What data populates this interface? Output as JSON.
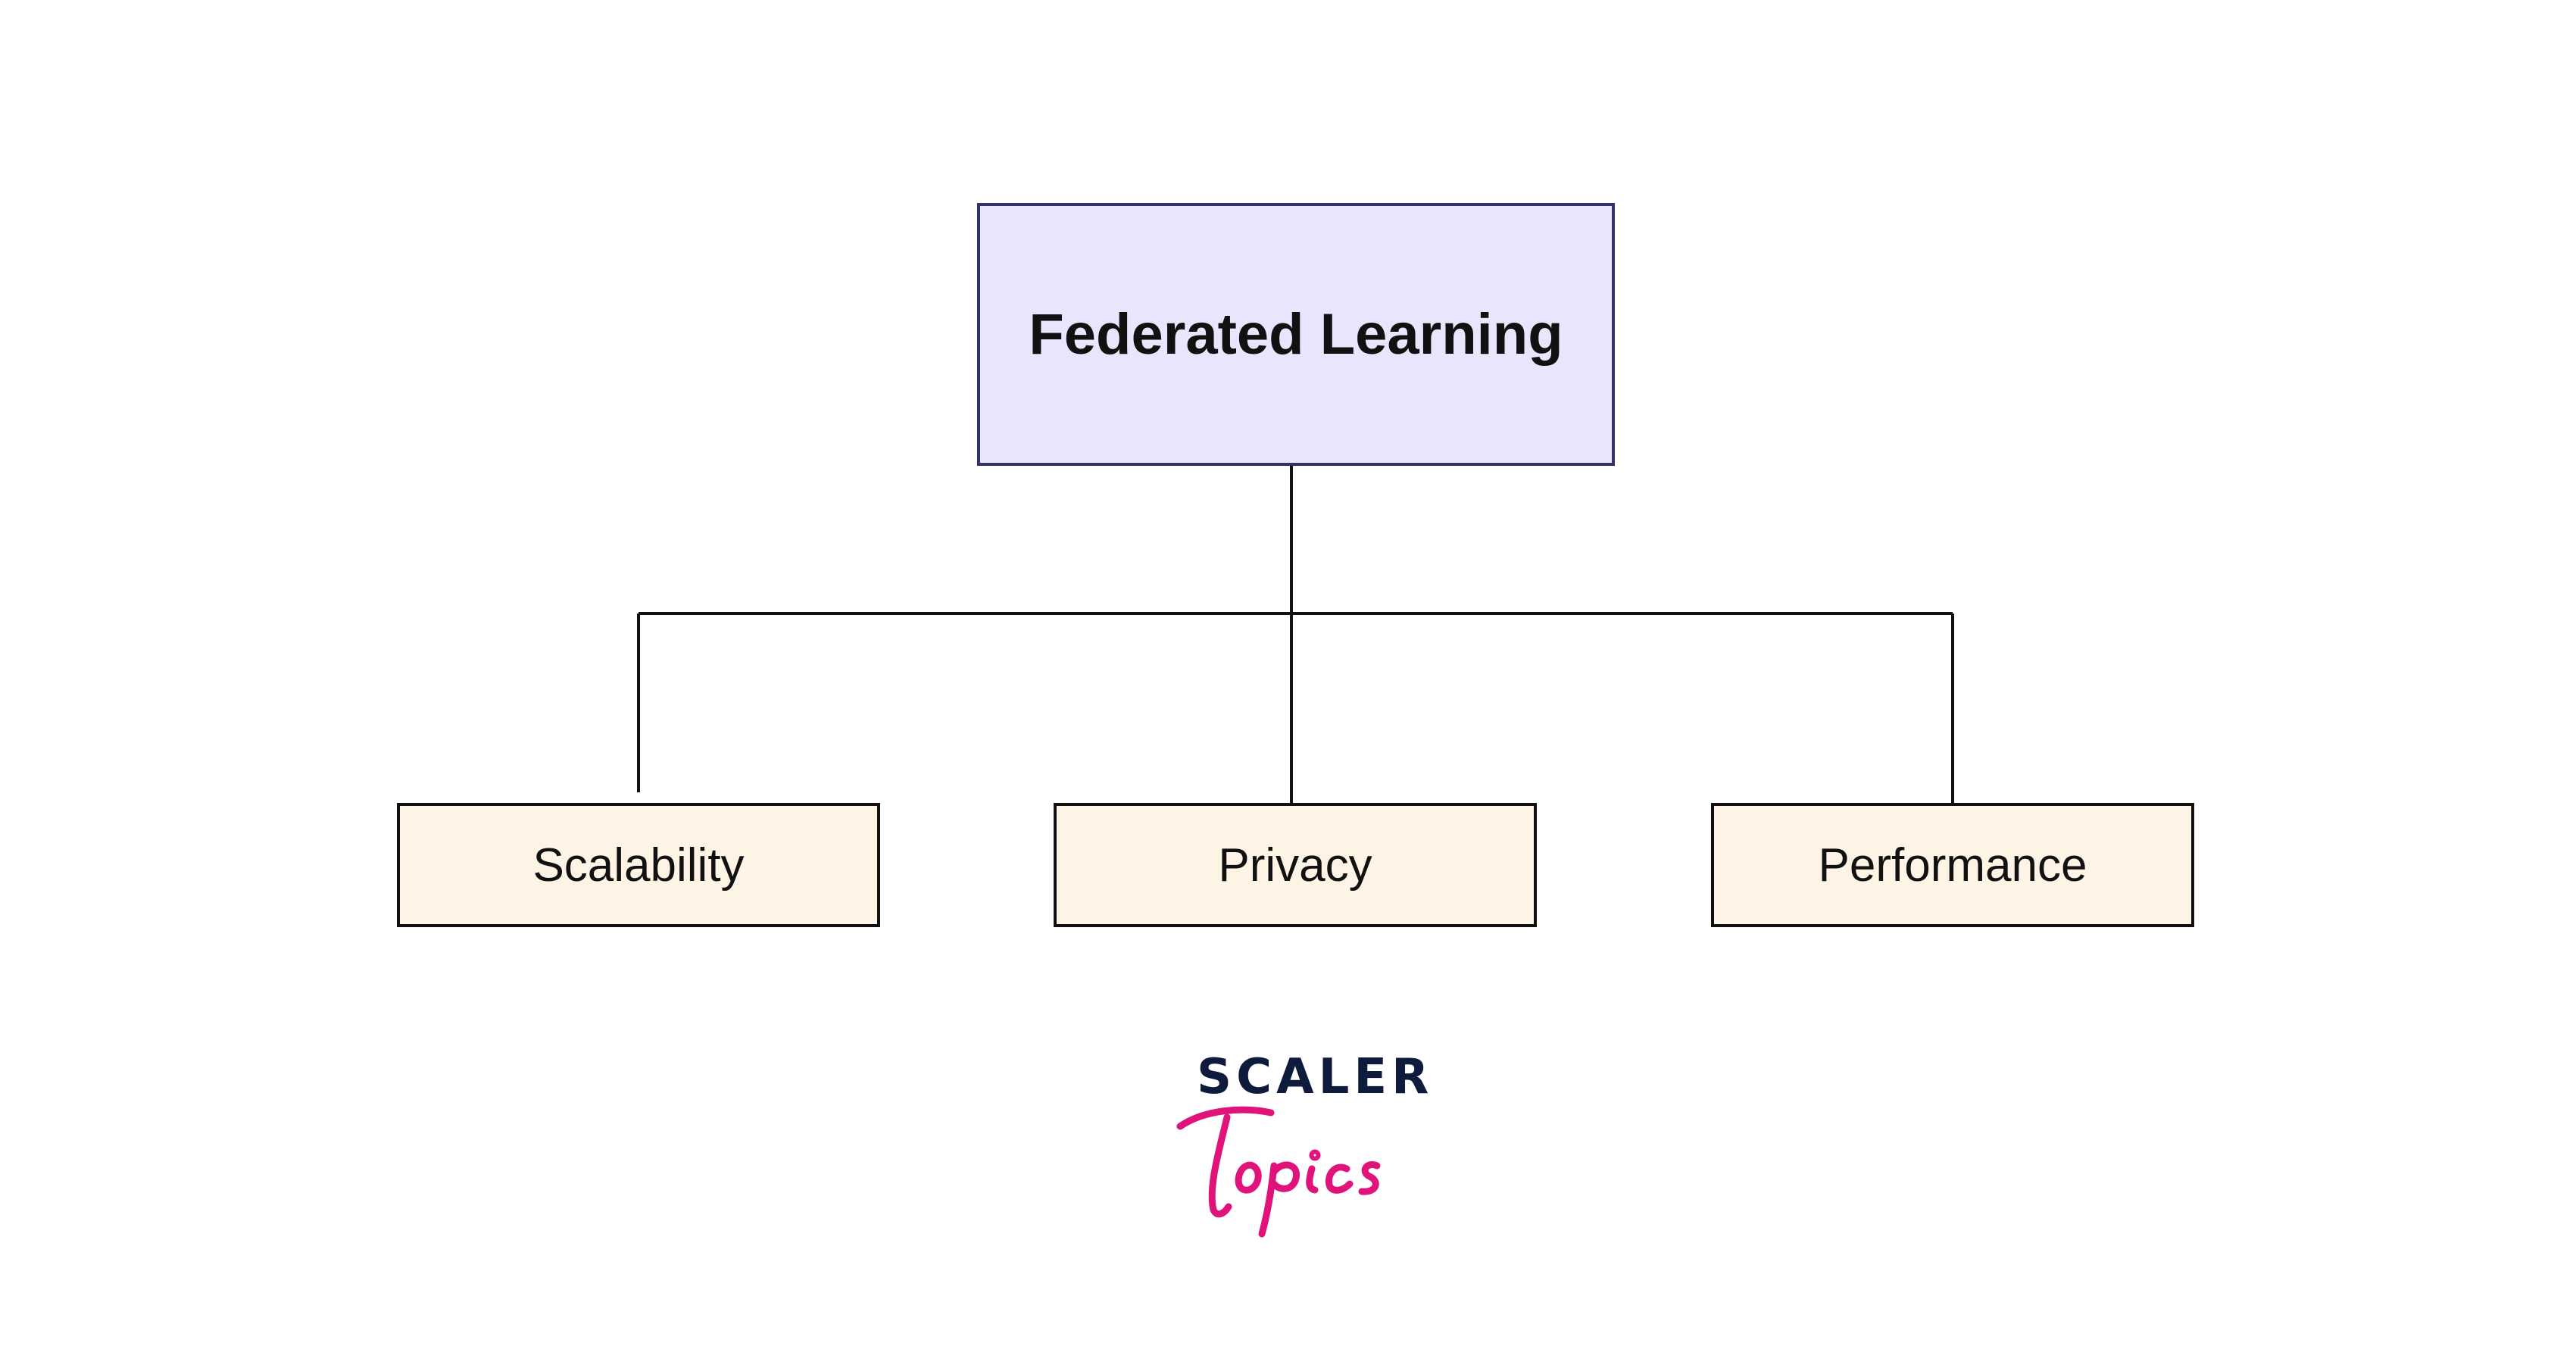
{
  "diagram": {
    "root": {
      "label": "Federated Learning"
    },
    "children": [
      {
        "label": "Scalability"
      },
      {
        "label": "Privacy"
      },
      {
        "label": "Performance"
      }
    ]
  },
  "logo": {
    "brand_top": "SCALER",
    "brand_script": "Topics"
  },
  "colors": {
    "root_fill": "#e8e6fd",
    "root_border": "#333366",
    "child_fill": "#fdf4e6",
    "line": "#111111",
    "brand_dark": "#0f1b3d",
    "brand_pink": "#e0137a"
  }
}
